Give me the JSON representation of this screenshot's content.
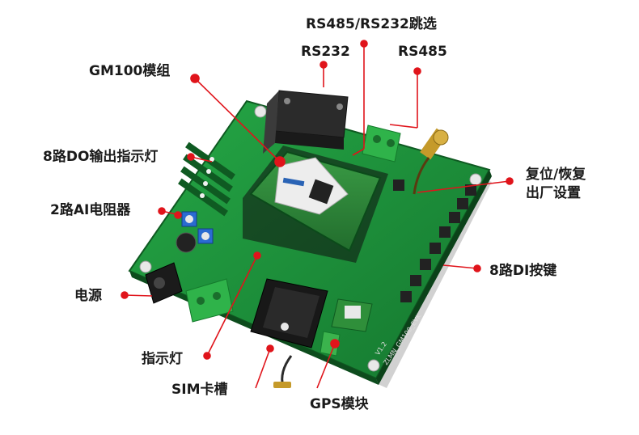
{
  "image": {
    "description_colors": {
      "background": "#ffffff",
      "pcb_green": "#1f9a3c",
      "pcb_dark_green": "#136b2a",
      "module_green": "#2f8f3a",
      "connector_green": "#2fb34a",
      "callout_red": "#e0141b",
      "label_text": "#1a1a1a"
    }
  },
  "labels": {
    "rs_jumper": "RS485/RS232跳选",
    "rs232": "RS232",
    "rs485": "RS485",
    "gm100": "GM100模组",
    "do_leds": "8路DO输出指示灯",
    "ai_pots": "2路AI电阻器",
    "power": "电源",
    "indicator": "指示灯",
    "sim": "SIM卡槽",
    "gps": "GPS模块",
    "reset": "复位/恢复\n出厂设置",
    "di_keys": "8路DI按键"
  },
  "board": {
    "version_text": "V1.2",
    "name_text": "ZLMN_GM100_EVK"
  }
}
